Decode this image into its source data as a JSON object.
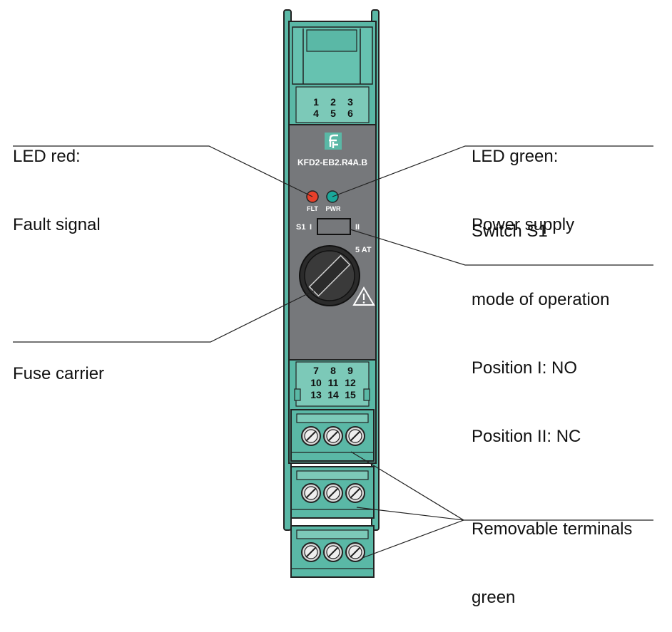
{
  "device": {
    "model": "KFD2-EB2.R4A.B",
    "terminals_top": [
      "1",
      "2",
      "3",
      "4",
      "5",
      "6"
    ],
    "terminals_bottom": [
      "7",
      "8",
      "9",
      "10",
      "11",
      "12",
      "13",
      "14",
      "15"
    ],
    "led_fault_label": "FLT",
    "led_power_label": "PWR",
    "switch_label": "S1",
    "switch_pos_1": "I",
    "switch_pos_2": "II",
    "fuse_rating": "5 AT",
    "colors": {
      "housing_green": "#5ab8a6",
      "panel_gray": "#76787b",
      "led_red": "#e8402a",
      "led_green": "#1aa89a"
    }
  },
  "callouts": {
    "led_red": {
      "line1": "LED red:",
      "line2": "Fault signal"
    },
    "led_green": {
      "line1": "LED green:",
      "line2": "Power supply"
    },
    "switch": {
      "line1": "Switch S1",
      "line2": "mode of operation",
      "line3": "Position I: NO",
      "line4": "Position II: NC"
    },
    "fuse": {
      "line1": "Fuse carrier"
    },
    "terminals": {
      "line1": "Removable terminals",
      "line2": "green"
    }
  }
}
